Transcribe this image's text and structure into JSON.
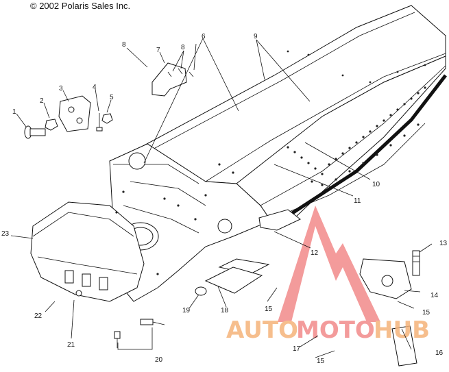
{
  "copyright": "© 2002 Polaris Sales Inc.",
  "watermark": {
    "part1": "AUTO",
    "part2": "MOTO",
    "part3": "HUB",
    "color_accent": "#f28a8a",
    "color_orange": "#f5b37a"
  },
  "callouts": {
    "c1": "1",
    "c2": "2",
    "c3": "3",
    "c4": "4",
    "c5": "5",
    "c6": "6",
    "c7": "7",
    "c8a": "8",
    "c8b": "8",
    "c9": "9",
    "c10": "10",
    "c11": "11",
    "c12": "12",
    "c13": "13",
    "c14": "14",
    "c15a": "15",
    "c15b": "15",
    "c15c": "15",
    "c16": "16",
    "c17": "17",
    "c18": "18",
    "c19": "19",
    "c20": "20",
    "c21": "21",
    "c22": "22",
    "c23": "23"
  }
}
